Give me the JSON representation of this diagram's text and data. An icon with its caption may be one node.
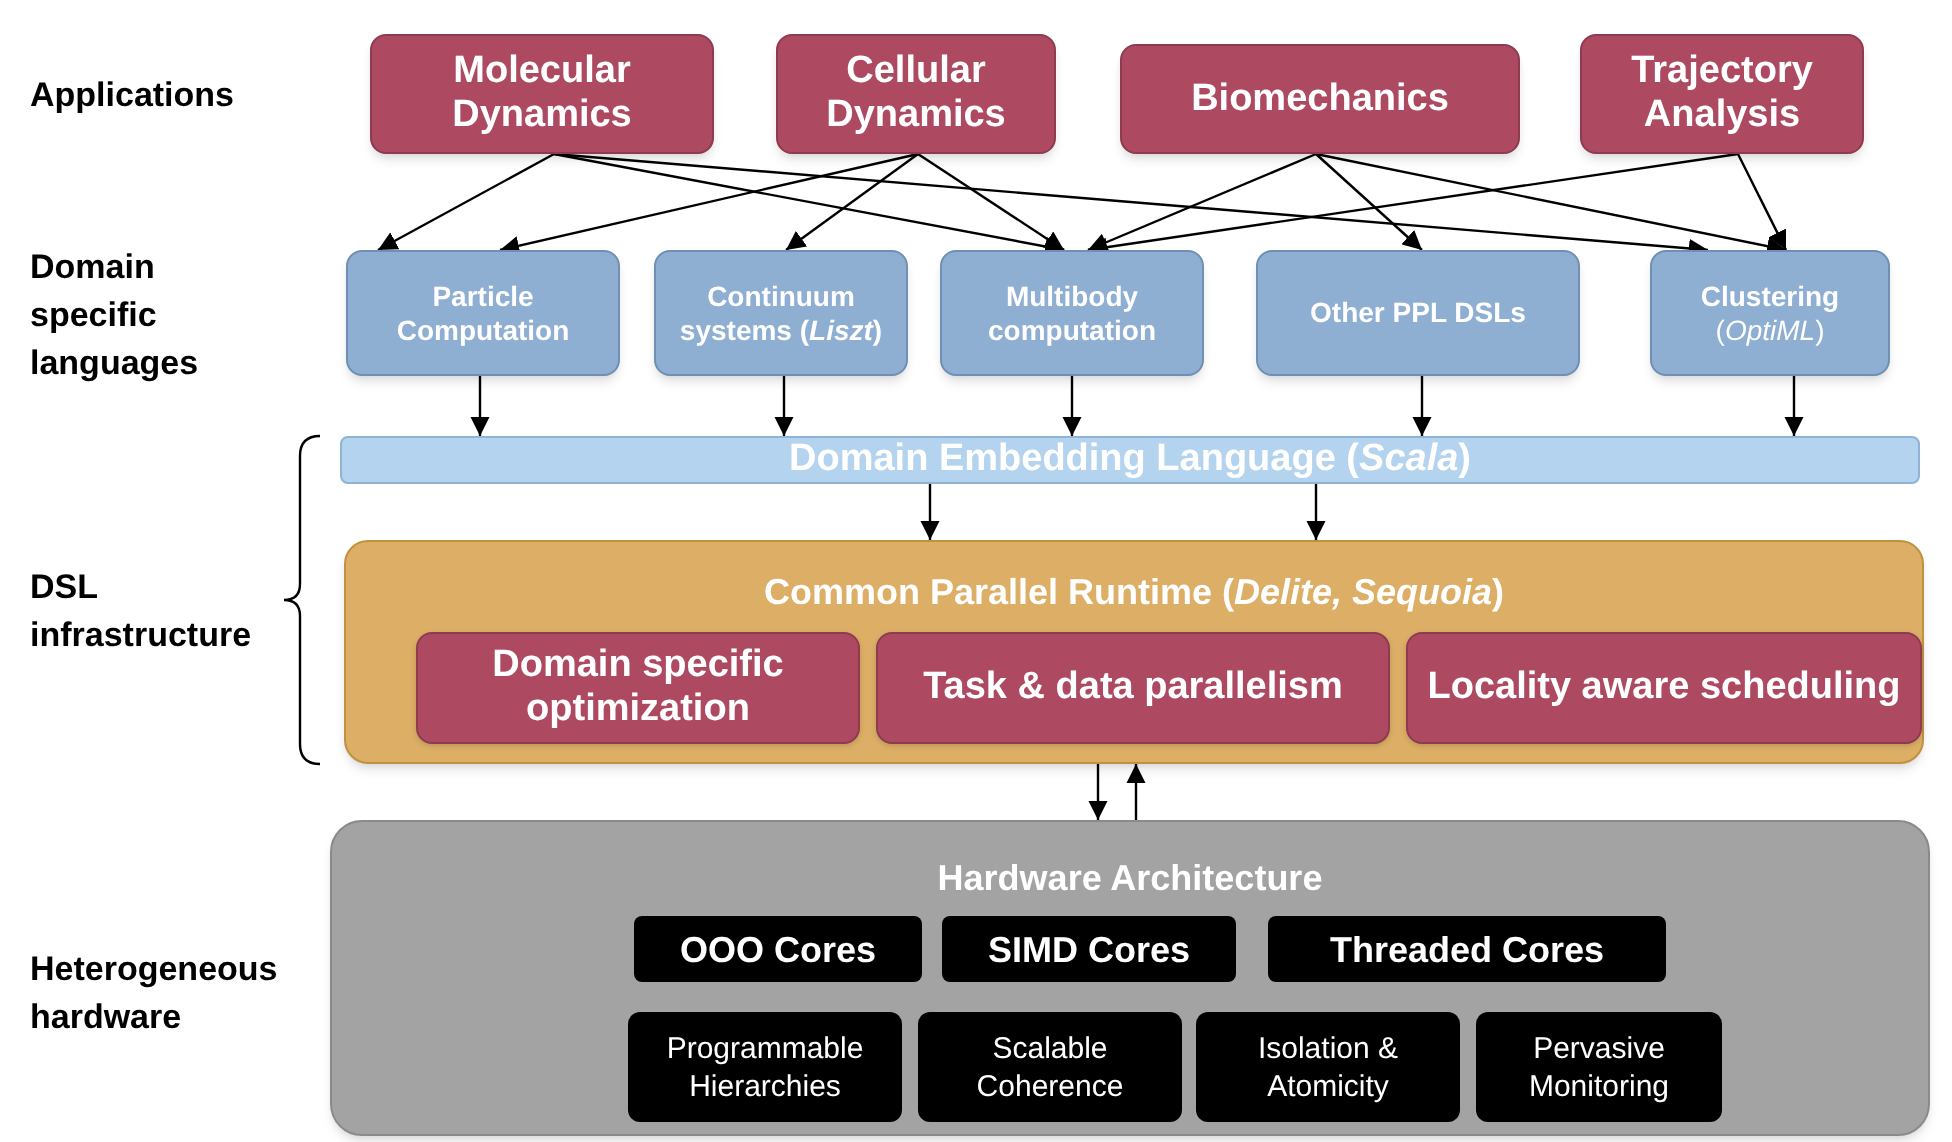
{
  "diagram": {
    "nodes": [
      {
        "text": [
          "Molecular Dynamics"
        ]
      },
      {
        "text": [
          "Cellular Dynamics"
        ]
      },
      {
        "text": [
          "Biomechanics"
        ]
      },
      {
        "text": [
          "Trajectory Analysis"
        ]
      },
      {
        "text": [
          "Particle Computation"
        ]
      },
      {
        "text": [
          "Continuum systems (*Liszt*)"
        ]
      },
      {
        "text": [
          "Multibody computation"
        ]
      },
      {
        "text": [
          "Other PPL DSLs"
        ]
      },
      {
        "text": [
          "Clustering",
          "(*OptiML*)"
        ]
      },
      {
        "text": [
          "Domain Embedding Language (*Scala*)"
        ]
      },
      {
        "text": [
          "Common Parallel Runtime (*Delite, Sequoia*)"
        ]
      },
      {
        "text": [
          "Domain specific optimization"
        ],
        "in": 10
      },
      {
        "text": [
          "Task & data parallelism"
        ],
        "in": 10
      },
      {
        "text": [
          "Locality aware scheduling"
        ],
        "in": 10
      },
      {
        "text": [
          "Hardware Architecture"
        ]
      },
      {
        "text": [
          "OOO Cores"
        ],
        "in": 14
      },
      {
        "text": [
          "SIMD Cores"
        ],
        "in": 14
      },
      {
        "text": [
          "Threaded Cores"
        ],
        "in": 14
      },
      {
        "text": [
          "Programmable Hierarchies"
        ],
        "in": 14
      },
      {
        "text": [
          "Scalable Coherence"
        ],
        "in": 14
      },
      {
        "text": [
          "Isolation & Atomicity"
        ],
        "in": 14
      },
      {
        "text": [
          "Pervasive Monitoring"
        ],
        "in": 14
      }
    ],
    "edges": [
      {
        "from": 0,
        "to": 4,
        "arrow": "to"
      },
      {
        "from": 0,
        "to": 6,
        "arrow": "to"
      },
      {
        "from": 0,
        "to": 8,
        "arrow": "to"
      },
      {
        "from": 1,
        "to": 4,
        "arrow": "to"
      },
      {
        "from": 1,
        "to": 5,
        "arrow": "to"
      },
      {
        "from": 1,
        "to": 6,
        "arrow": "to"
      },
      {
        "from": 2,
        "to": 6,
        "arrow": "to"
      },
      {
        "from": 2,
        "to": 7,
        "arrow": "to"
      },
      {
        "from": 2,
        "to": 8,
        "arrow": "to"
      },
      {
        "from": 3,
        "to": 6,
        "arrow": "to"
      },
      {
        "from": 3,
        "to": 8,
        "arrow": "to"
      },
      {
        "from": 4,
        "to": 9,
        "arrow": "to"
      },
      {
        "from": 5,
        "to": 9,
        "arrow": "to"
      },
      {
        "from": 6,
        "to": 9,
        "arrow": "to"
      },
      {
        "from": 7,
        "to": 9,
        "arrow": "to"
      },
      {
        "from": 8,
        "to": 9,
        "arrow": "to"
      },
      {
        "from": 9,
        "to": 10,
        "arrow": "to"
      },
      {
        "from": 9,
        "to": 10,
        "arrow": "to"
      },
      {
        "from": 10,
        "to": 14,
        "arrow": "to"
      },
      {
        "from": 14,
        "to": 10,
        "arrow": "to"
      }
    ],
    "labels": [
      "Applications",
      "Domain specific languages",
      "DSL infrastructure",
      "Heterogeneous hardware"
    ]
  }
}
